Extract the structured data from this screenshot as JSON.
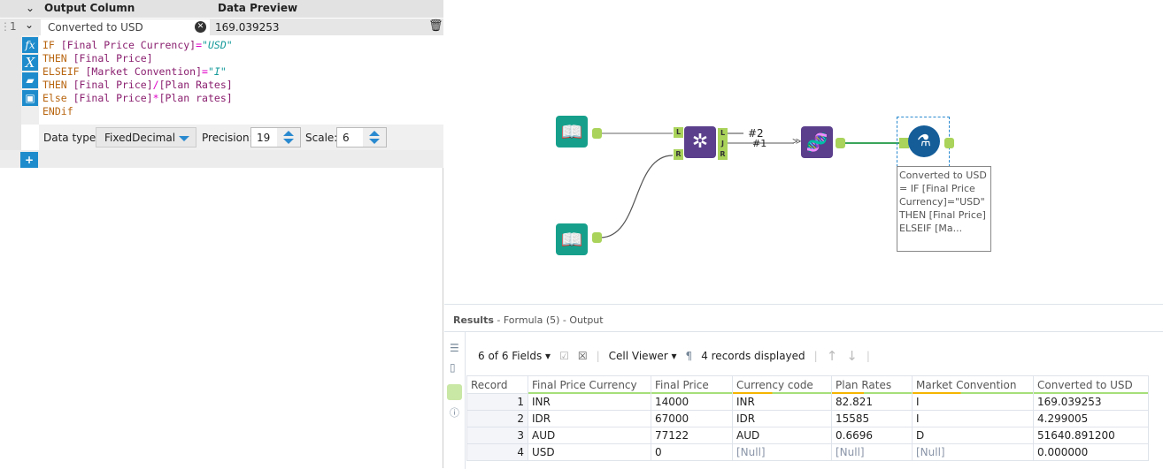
{
  "config": {
    "headers": {
      "output_column": "Output Column",
      "data_preview": "Data Preview"
    },
    "row": {
      "index": "1",
      "column_name": "Converted to USD",
      "preview": "169.039253"
    },
    "formula_lines": [
      [
        {
          "t": "IF ",
          "c": "k"
        },
        {
          "t": "[Final Price Currency]",
          "c": "f"
        },
        {
          "t": "=",
          "c": "o"
        },
        {
          "t": "\"USD\"",
          "c": "s"
        }
      ],
      [
        {
          "t": "THEN ",
          "c": "k"
        },
        {
          "t": "[Final Price]",
          "c": "f"
        }
      ],
      [
        {
          "t": "ELSEIF ",
          "c": "k"
        },
        {
          "t": "[Market Convention]",
          "c": "f"
        },
        {
          "t": "=",
          "c": "o"
        },
        {
          "t": "\"I\"",
          "c": "s"
        }
      ],
      [
        {
          "t": "THEN ",
          "c": "k"
        },
        {
          "t": "[Final Price]",
          "c": "f"
        },
        {
          "t": "/",
          "c": "o"
        },
        {
          "t": "[Plan Rates]",
          "c": "f"
        }
      ],
      [
        {
          "t": "Else ",
          "c": "k"
        },
        {
          "t": "[Final Price]",
          "c": "f"
        },
        {
          "t": "*",
          "c": "o"
        },
        {
          "t": "[Plan rates]",
          "c": "f"
        }
      ],
      [
        {
          "t": "ENDif",
          "c": "k"
        }
      ]
    ],
    "icons": [
      "fx",
      "X",
      "open",
      "save"
    ],
    "data_type_label": "Data type:",
    "data_type": "FixedDecimal",
    "precision_label": "Precision:",
    "precision": "19",
    "scale_label": "Scale:",
    "scale": "6",
    "add_label": "+"
  },
  "canvas": {
    "join_labels": {
      "l2": "#2",
      "j1": "#1"
    },
    "annotation": [
      "Converted to USD",
      "= IF [Final Price",
      "Currency]=\"USD\"",
      "THEN [Final Price]",
      "ELSEIF [Ma..."
    ]
  },
  "results": {
    "title": "Results",
    "subtitle": " - Formula (5) - Output",
    "fields": "6 of 6 Fields",
    "cell_viewer": "Cell Viewer",
    "records": "4 records displayed",
    "columns": [
      "Record",
      "Final Price Currency",
      "Final Price",
      "Currency code",
      "Plan Rates",
      "Market Convention",
      "Converted to USD"
    ],
    "rows": [
      [
        "1",
        "INR",
        "14000",
        "INR",
        "82.821",
        "I",
        "169.039253"
      ],
      [
        "2",
        "IDR",
        "67000",
        "IDR",
        "15585",
        "I",
        "4.299005"
      ],
      [
        "3",
        "AUD",
        "77122",
        "AUD",
        "0.6696",
        "D",
        "51640.891200"
      ],
      [
        "4",
        "USD",
        "0",
        "[Null]",
        "[Null]",
        "[Null]",
        "0.000000"
      ]
    ]
  }
}
